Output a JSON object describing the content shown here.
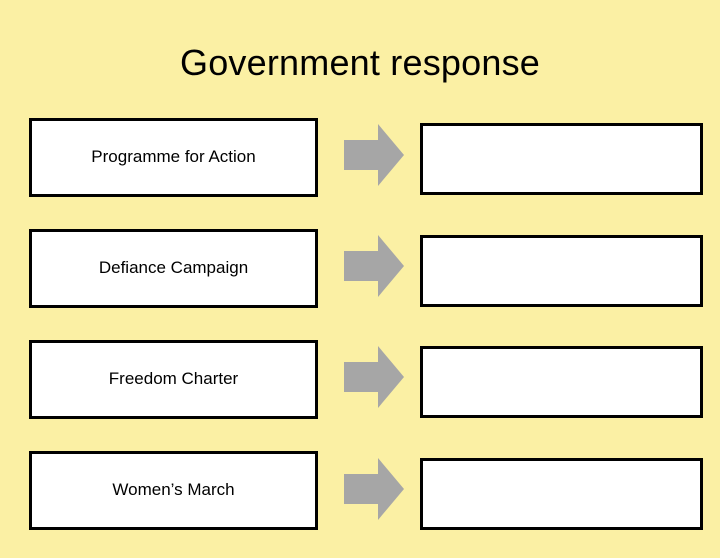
{
  "slide": {
    "title": "Government response",
    "background_color": "#FBF0A4",
    "box_fill": "#FFFFFF",
    "box_border_color": "#000000",
    "arrow_color": "#A6A6A6",
    "arrow_icon": "right-arrow-icon",
    "rows": [
      {
        "left_label": "Programme for Action",
        "right_label": ""
      },
      {
        "left_label": "Defiance Campaign",
        "right_label": ""
      },
      {
        "left_label": "Freedom Charter",
        "right_label": ""
      },
      {
        "left_label": "Women’s March",
        "right_label": ""
      }
    ]
  }
}
